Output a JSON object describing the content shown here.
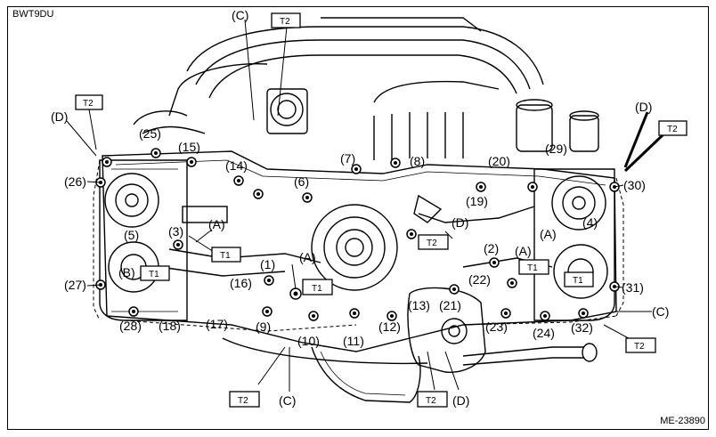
{
  "header": {
    "doc_code": "BWT9DU"
  },
  "footer": {
    "figure_id": "ME-23890"
  },
  "callouts": [
    "(C)",
    "(D)",
    "(25)",
    "(15)",
    "(14)",
    "(7)",
    "(8)",
    "(20)",
    "(29)",
    "(D)",
    "(26)",
    "(6)",
    "(19)",
    "(30)",
    "(A)",
    "(3)",
    "(4)",
    "(5)",
    "(A)",
    "(2)",
    "(A)",
    "(1)",
    "(A)",
    "(B)",
    "(27)",
    "(16)",
    "(22)",
    "(31)",
    "(13)",
    "(21)",
    "(C)",
    "(28)",
    "(18)",
    "(17)",
    "(9)",
    "(10)",
    "(11)",
    "(12)",
    "(23)",
    "(24)",
    "(32)",
    "(C)",
    "(D)",
    "(D)"
  ],
  "tags": [
    "T2",
    "T2",
    "T2",
    "T2",
    "T1",
    "T1",
    "T1",
    "T2",
    "T1",
    "T1",
    "T2",
    "T2",
    "T2"
  ]
}
